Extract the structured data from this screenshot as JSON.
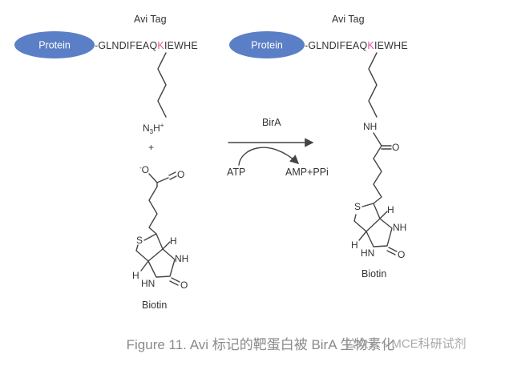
{
  "colors": {
    "protein_ellipse": "#5b7fc6",
    "highlight_k": "#e0559a",
    "text": "#333333",
    "caption": "#8a8a8a"
  },
  "left": {
    "tag_label": "Avi Tag",
    "protein_label": "Protein",
    "seq_prefix": "-GLNDIFEAQ",
    "seq_k": "K",
    "seq_suffix": "IEWHE",
    "amine_n": "N",
    "amine_sub": "3",
    "amine_h": "H",
    "amine_plus": "+",
    "plus": "+",
    "carboxylate_o_minus": "-",
    "carboxylate_o": "O",
    "carbonyl_o": "O",
    "biotin_label": "Biotin"
  },
  "reaction": {
    "enzyme": "BirA",
    "substrate": "ATP",
    "products": "AMP+PPi"
  },
  "right": {
    "tag_label": "Avi Tag",
    "protein_label": "Protein",
    "seq_prefix": "-GLNDIFEAQ",
    "seq_k": "K",
    "seq_suffix": "IEWHE",
    "nh": "NH",
    "carbonyl_o": "O",
    "biotin_label": "Biotin"
  },
  "biotin_ring": {
    "s": "S",
    "h_top": "H",
    "h_bottom": "H",
    "nh_top": "NH",
    "hn_bottom": "HN",
    "o": "O"
  },
  "caption": "Figure 11. Avi 标记的靶蛋白被 BirA 生物素化",
  "watermark": "公众号 · MCE科研试剂"
}
